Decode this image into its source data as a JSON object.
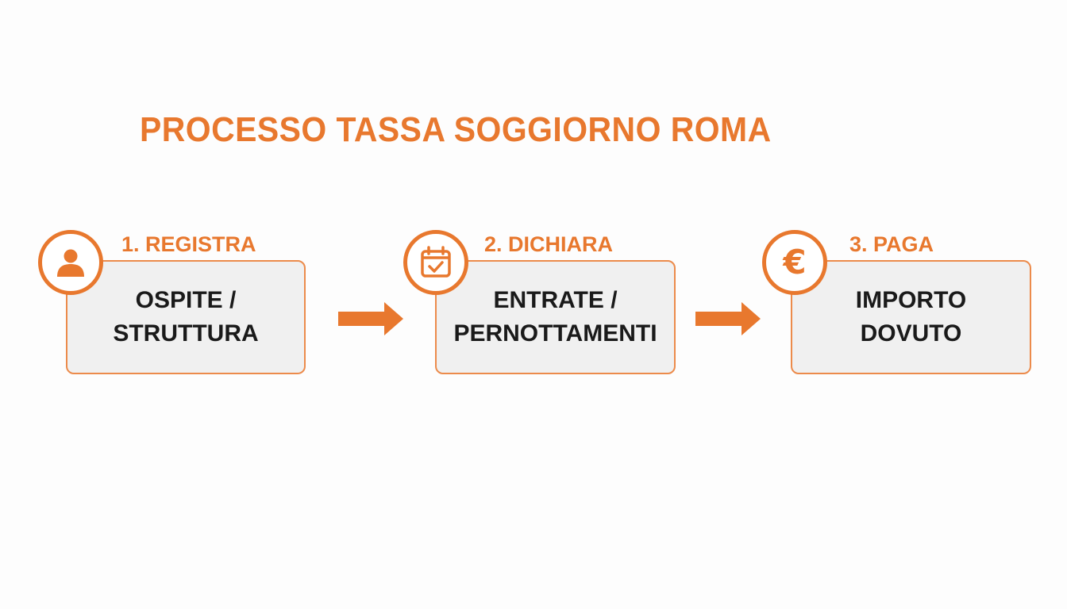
{
  "title": "PROCESSO TASSA SOGGIORNO ROMA",
  "accent_color": "#e8782e",
  "steps": [
    {
      "label": "1. REGISTRA",
      "text_lines": [
        "OSPITE /",
        "STRUTTURA"
      ],
      "icon": "person-icon"
    },
    {
      "label": "2. DICHIARA",
      "text_lines": [
        "ENTRATE /",
        "PERNOTTAMENTI"
      ],
      "icon": "calendar-check-icon"
    },
    {
      "label": "3. PAGA",
      "text_lines": [
        "IMPORTO DOVUTO"
      ],
      "icon": "euro-icon",
      "icon_glyph": "€"
    }
  ],
  "connectors": [
    "right-arrow-icon",
    "right-arrow-icon"
  ]
}
